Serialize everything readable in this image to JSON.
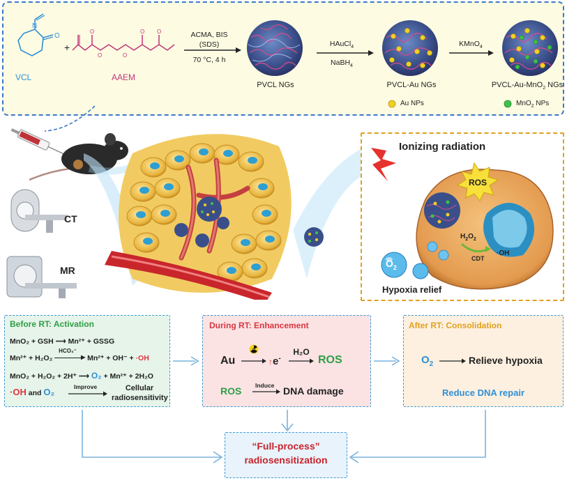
{
  "synthesis": {
    "vcl": "VCL",
    "plus": "+",
    "aaem": "AAEM",
    "cond1_line1": "ACMA, BIS",
    "cond1_line2": "(SDS)",
    "cond1_line3": "70 °C, 4 h",
    "step1_product": "PVCL NGs",
    "cond2_line1": "HAuCl",
    "cond2_line1_sub": "4",
    "cond2_line2": "NaBH",
    "cond2_line2_sub": "4",
    "step2_product": "PVCL-Au NGs",
    "cond3": "KMnO",
    "cond3_sub": "4",
    "step3_product_pre": "PVCL-Au-MnO",
    "step3_product_sub": "2",
    "step3_product_post": " NGs",
    "legend_au": "Au NPs",
    "legend_mno2_pre": "MnO",
    "legend_mno2_sub": "2",
    "legend_mno2_post": " NPs"
  },
  "imaging": {
    "ct": "CT",
    "mr": "MR"
  },
  "cell_panel": {
    "title": "Ionizing radiation",
    "ros": "ROS",
    "h2o2": "H",
    "h2o2_sub1": "2",
    "h2o2_mid": "O",
    "h2o2_sub2": "2",
    "cdt": "CDT",
    "oh": "·OH",
    "o2_big": "O",
    "o2_sub": "2",
    "hypoxia": "Hypoxia relief"
  },
  "before_rt": {
    "title": "Before RT: Activation",
    "eq1": "MnO₂ + GSH ⟶ Mn²⁺ + GSSG",
    "eq2_left": "Mn²⁺ + H₂O₂",
    "eq2_cat": "HCO₃⁻",
    "eq2_right": "Mn²⁺ + OH⁻ + ",
    "eq2_oh": "·OH",
    "eq3_left": "MnO₂ + H₂O₂ + 2H⁺ ⟶ ",
    "eq3_o2": "O₂",
    "eq3_right": " + Mn²⁺ + 2H₂O",
    "eq4_oh": "·OH",
    "eq4_and": " and ",
    "eq4_o2": "O₂",
    "eq4_improve": "Improve",
    "eq4_result1": "Cellular",
    "eq4_result2": "radiosensitivity"
  },
  "during_rt": {
    "title": "During RT: Enhancement",
    "au": "Au",
    "e": "e",
    "e_sup": "-",
    "h2o": "H₂O",
    "ros": "ROS",
    "ros2": "ROS",
    "induce": "Induce",
    "dna": "DNA damage"
  },
  "after_rt": {
    "title": "After RT: Consolidation",
    "o2": "O",
    "o2_sub": "2",
    "relieve": "Relieve hypoxia",
    "reduce": "Reduce DNA repair"
  },
  "final": {
    "line1": "“Full-process”",
    "line2": "radiosensitization"
  },
  "colors": {
    "accent_blue": "#2f8fd6",
    "box_green_bg": "#e6f4ea",
    "box_pink_bg": "#fbe3e4",
    "box_peach_bg": "#fdf0e0",
    "top_bg": "#fdfbe2",
    "title_green": "#2e9e45",
    "title_red": "#d9363e",
    "title_orange": "#e0a020",
    "ros_green": "#2e9e45",
    "oh_red": "#d9363e",
    "o2_blue": "#2f8fd6",
    "final_red": "#c8232c"
  }
}
